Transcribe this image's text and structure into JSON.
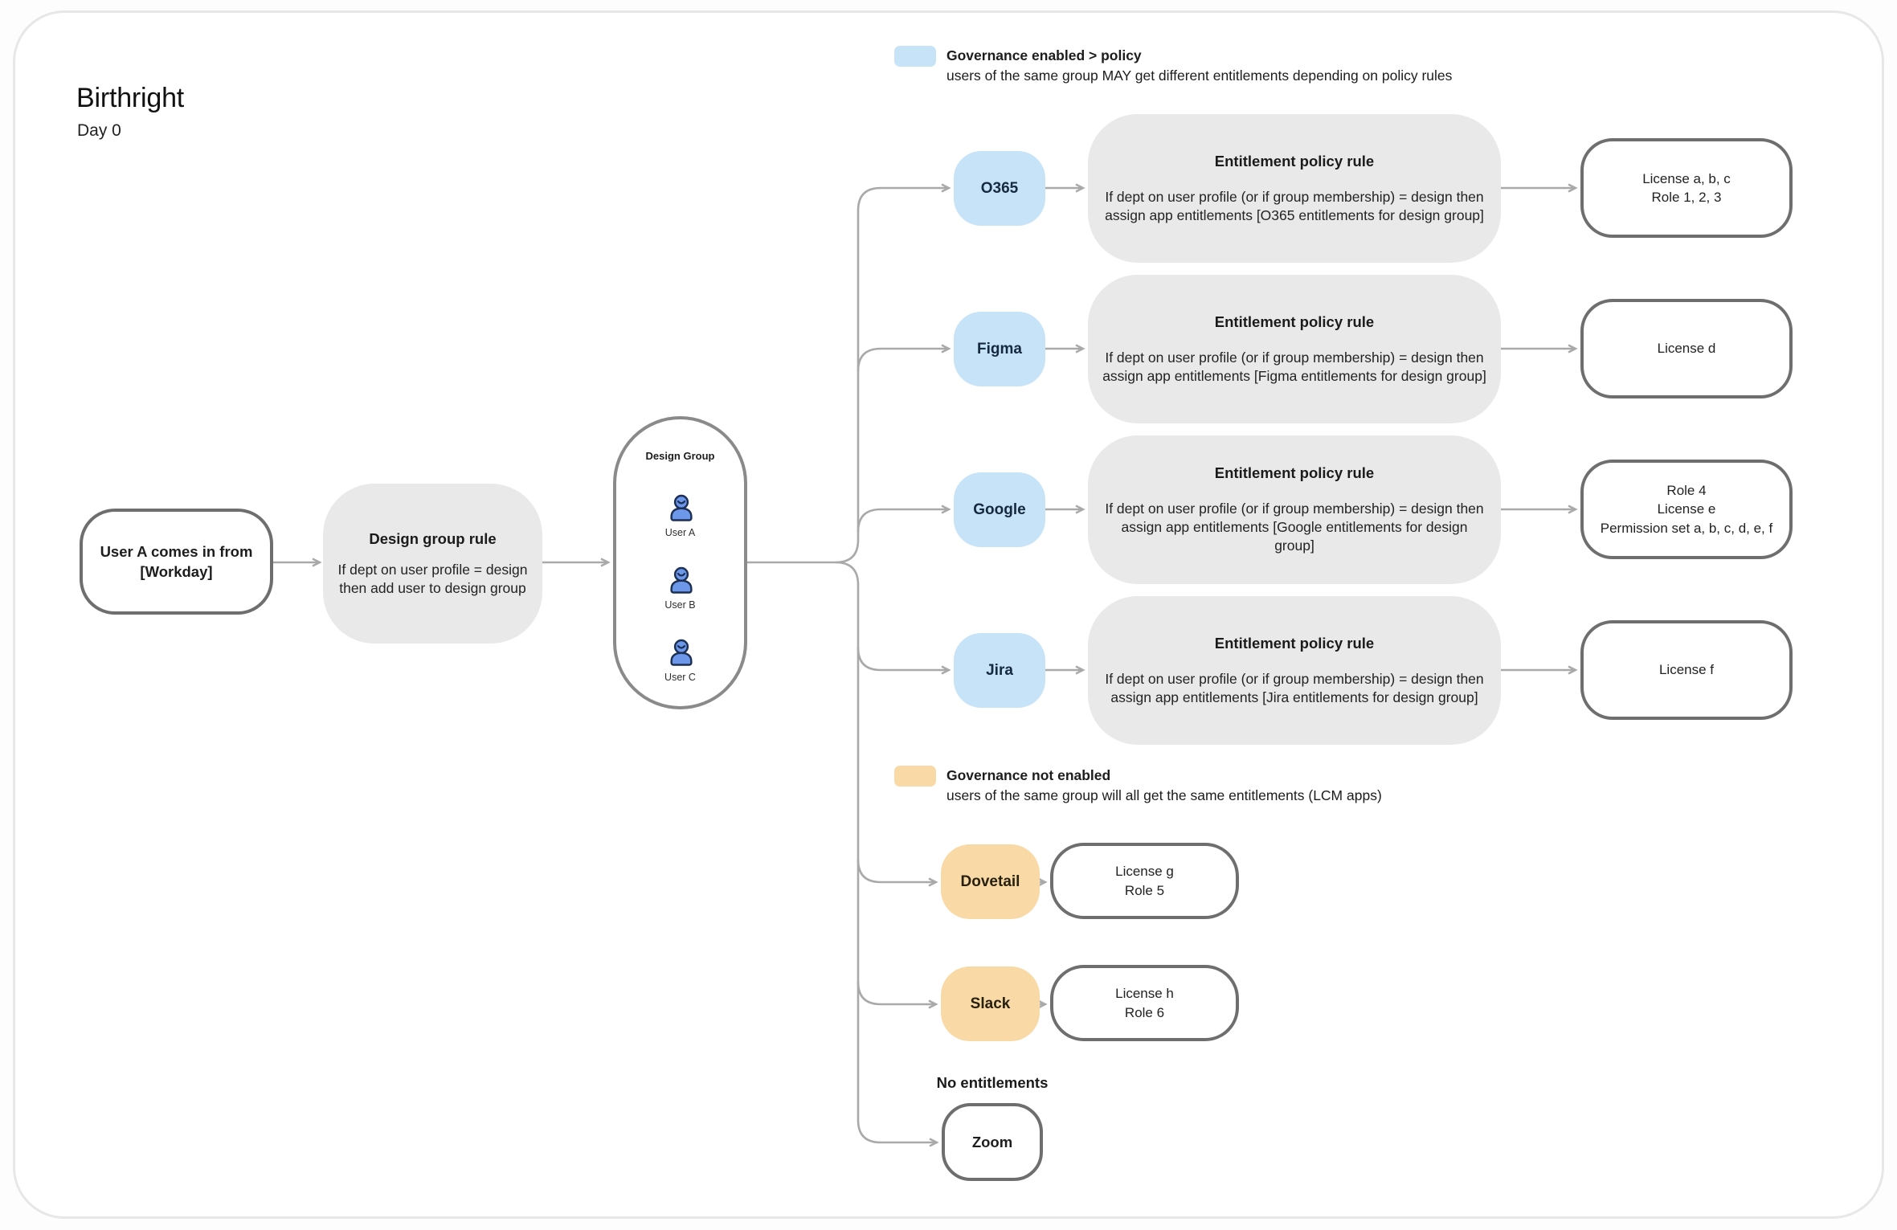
{
  "title": "Birthright",
  "subtitle": "Day 0",
  "colors": {
    "governed_accent": "#c7e3f8",
    "ungoverned_accent": "#f9d9a6",
    "rule_box_fill": "#e9e9e9",
    "node_border": "#6e6e6e",
    "connector": "#a9a9a9",
    "user_icon_fill": "#6d97e8",
    "user_icon_outline": "#1c2f54"
  },
  "legends": {
    "governed": {
      "heading": "Governance enabled > policy",
      "description": "users of the same group MAY get different entitlements depending on policy rules"
    },
    "ungoverned": {
      "heading": "Governance not enabled",
      "description": "users of the same group will all get the same entitlements (LCM apps)"
    }
  },
  "flow": {
    "source": {
      "line1": "User A comes in from",
      "line2": "[Workday]"
    },
    "group_rule": {
      "title": "Design group rule",
      "body1": "If dept on user profile = design",
      "body2": "then add user to design group"
    },
    "group": {
      "title": "Design Group",
      "members": [
        "User A",
        "User B",
        "User C"
      ]
    }
  },
  "governed_apps": [
    {
      "app": "O365",
      "policy_title": "Entitlement policy rule",
      "policy_body": "If dept on user profile (or if group membership) = design then assign app entitlements [O365 entitlements for design group]",
      "outcome": [
        "License a, b, c",
        "Role 1, 2, 3",
        ""
      ]
    },
    {
      "app": "Figma",
      "policy_title": "Entitlement policy rule",
      "policy_body": "If dept on user profile (or if group membership) = design then assign app entitlements [Figma entitlements for design group]",
      "outcome": [
        "License d",
        "",
        ""
      ]
    },
    {
      "app": "Google",
      "policy_title": "Entitlement policy rule",
      "policy_body": "If dept on user profile (or if group membership) = design then assign app entitlements [Google entitlements for design group]",
      "outcome": [
        "Role 4",
        "License e",
        "Permission set a, b, c, d, e, f"
      ]
    },
    {
      "app": "Jira",
      "policy_title": "Entitlement policy rule",
      "policy_body": "If dept on user profile (or if group membership) = design then assign app entitlements [Jira entitlements for design group]",
      "outcome": [
        "License f",
        "",
        ""
      ]
    }
  ],
  "ungoverned_apps": [
    {
      "app": "Dovetail",
      "outcome": [
        "License g",
        "Role 5"
      ]
    },
    {
      "app": "Slack",
      "outcome": [
        "License h",
        "Role 6"
      ]
    }
  ],
  "no_entitlements": {
    "label": "No entitlements",
    "app": "Zoom"
  }
}
